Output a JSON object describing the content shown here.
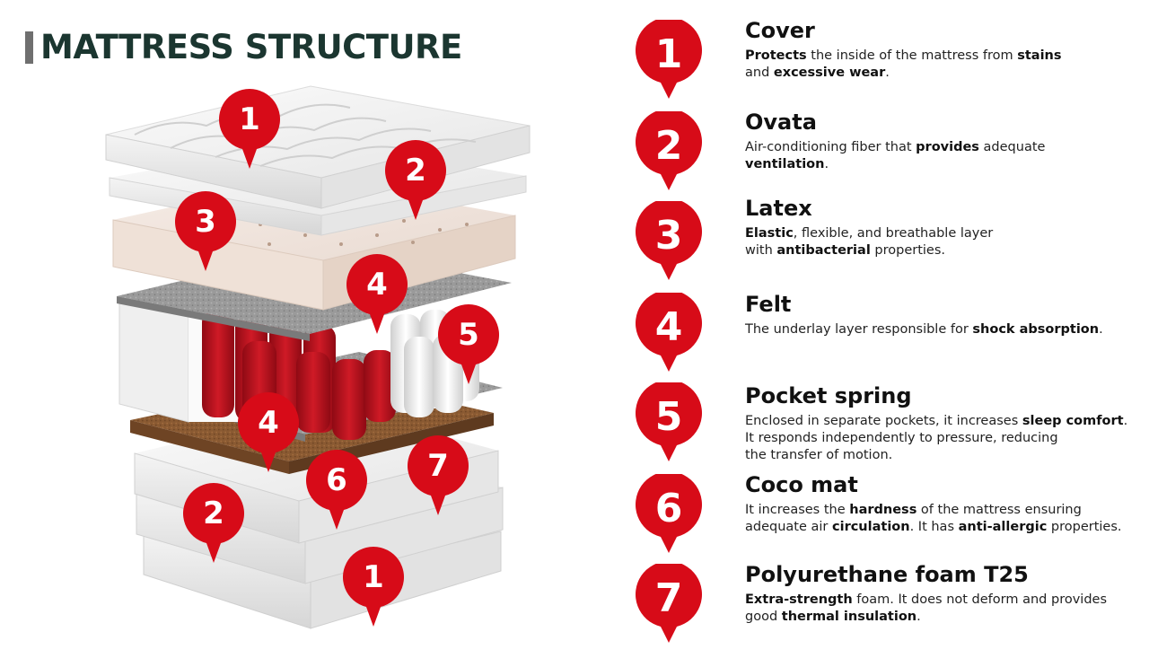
{
  "title": "MATTRESS STRUCTURE",
  "colors": {
    "pin_red": "#d70b18",
    "title_green": "#1b3630",
    "coco_brown": "#8a5a32",
    "spring_red": "#b7111e",
    "felt_gray": "#8e8e8e"
  },
  "illustration_pins": [
    "1",
    "2",
    "3",
    "4",
    "5",
    "4",
    "6",
    "7",
    "2",
    "1"
  ],
  "layers": [
    {
      "number": "1",
      "name": "Cover",
      "desc": [
        [
          {
            "t": "Protects",
            "b": true
          },
          {
            "t": " the inside of the mattress from ",
            "b": false
          },
          {
            "t": "stains",
            "b": true
          }
        ],
        [
          {
            "t": "and ",
            "b": false
          },
          {
            "t": "excessive wear",
            "b": true
          },
          {
            "t": ".",
            "b": false
          }
        ]
      ]
    },
    {
      "number": "2",
      "name": "Ovata",
      "desc": [
        [
          {
            "t": "Air-conditioning fiber that ",
            "b": false
          },
          {
            "t": "provides",
            "b": true
          },
          {
            "t": " adequate",
            "b": false
          }
        ],
        [
          {
            "t": "ventilation",
            "b": true
          },
          {
            "t": ".",
            "b": false
          }
        ]
      ]
    },
    {
      "number": "3",
      "name": "Latex",
      "desc": [
        [
          {
            "t": "Elastic",
            "b": true
          },
          {
            "t": ", flexible, and breathable layer",
            "b": false
          }
        ],
        [
          {
            "t": "with ",
            "b": false
          },
          {
            "t": "antibacterial",
            "b": true
          },
          {
            "t": " properties.",
            "b": false
          }
        ]
      ]
    },
    {
      "number": "4",
      "name": "Felt",
      "desc": [
        [
          {
            "t": "The underlay layer responsible for ",
            "b": false
          },
          {
            "t": "shock absorption",
            "b": true
          },
          {
            "t": ".",
            "b": false
          }
        ]
      ]
    },
    {
      "number": "5",
      "name": "Pocket spring",
      "desc": [
        [
          {
            "t": "Enclosed in separate pockets, it increases ",
            "b": false
          },
          {
            "t": "sleep comfort",
            "b": true
          },
          {
            "t": ".",
            "b": false
          }
        ],
        [
          {
            "t": "It responds independently to pressure, reducing",
            "b": false
          }
        ],
        [
          {
            "t": "the transfer of motion.",
            "b": false
          }
        ]
      ]
    },
    {
      "number": "6",
      "name": "Coco mat",
      "desc": [
        [
          {
            "t": "It increases the ",
            "b": false
          },
          {
            "t": "hardness",
            "b": true
          },
          {
            "t": " of the mattress ensuring",
            "b": false
          }
        ],
        [
          {
            "t": "adequate air ",
            "b": false
          },
          {
            "t": "circulation",
            "b": true
          },
          {
            "t": ". It has ",
            "b": false
          },
          {
            "t": "anti-allergic",
            "b": true
          },
          {
            "t": " properties.",
            "b": false
          }
        ]
      ]
    },
    {
      "number": "7",
      "name": "Polyurethane foam T25",
      "desc": [
        [
          {
            "t": "Extra-strength",
            "b": true
          },
          {
            "t": " foam. It does not deform and provides",
            "b": false
          }
        ],
        [
          {
            "t": "good ",
            "b": false
          },
          {
            "t": "thermal insulation",
            "b": true
          },
          {
            "t": ".",
            "b": false
          }
        ]
      ]
    }
  ]
}
